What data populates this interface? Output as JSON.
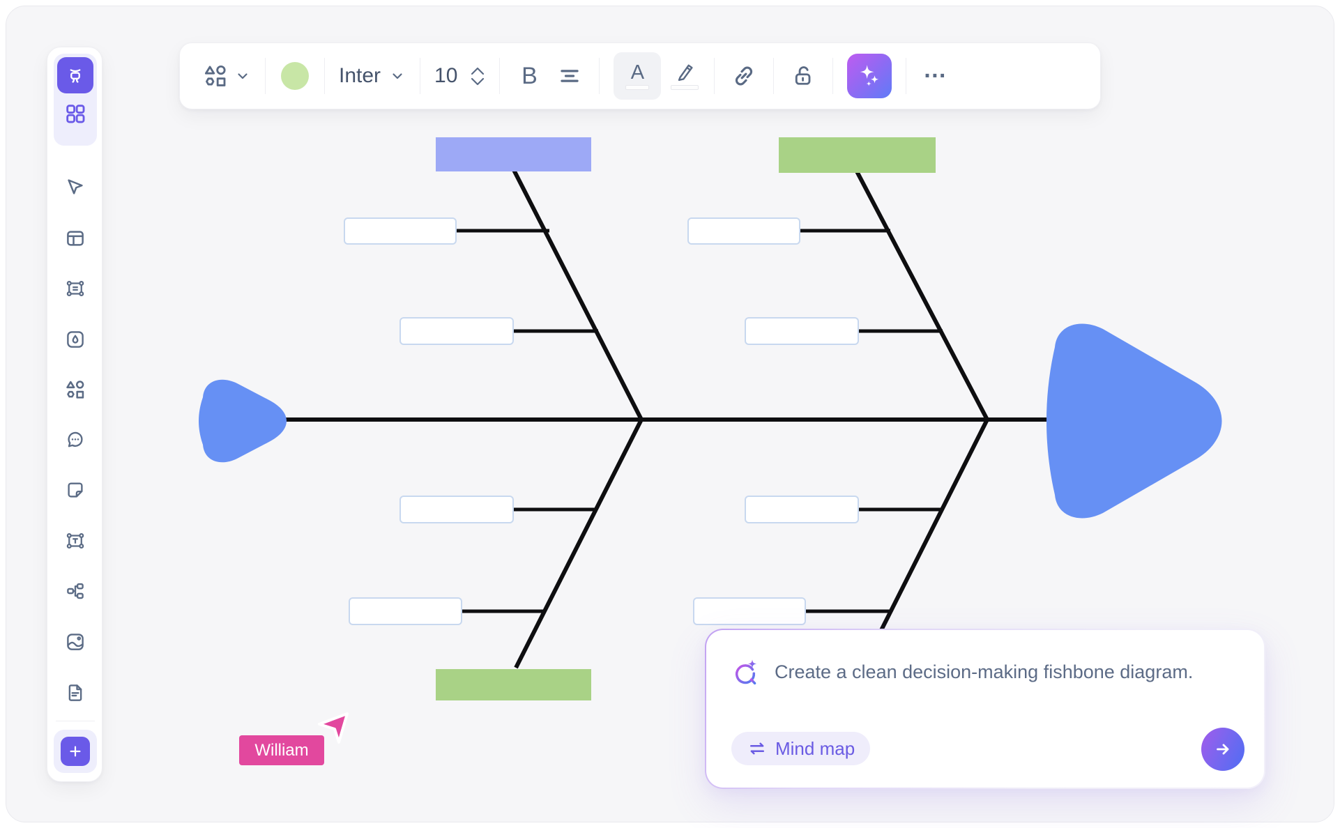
{
  "toolbar": {
    "font_name": "Inter",
    "font_size": "10",
    "bold_label": "B",
    "text_color_label": "A",
    "more_label": "…",
    "fill_swatch_color": "#C8E6A6",
    "ai_button_gradient_start": "#BE5CF0",
    "ai_button_gradient_end": "#5F7BF7",
    "icons": [
      "shapes-icon",
      "chevron-down-icon",
      "fill-color-swatch",
      "font-dropdown",
      "font-size-stepper",
      "bold-icon",
      "align-center-icon",
      "text-color-icon",
      "highlighter-icon",
      "link-icon",
      "lock-open-icon",
      "ai-sparkle-icon",
      "more-icon"
    ]
  },
  "sidebar": {
    "active_tool_color": "#6A5AE8",
    "group_bg": "#EEEEFC",
    "icon_color": "#5B6B85",
    "icons": [
      "board-icon",
      "apps-grid-icon",
      "cursor-icon",
      "frame-icon",
      "select-transform-icon",
      "shape-fill-icon",
      "shapes-icon",
      "comment-icon",
      "sticky-note-icon",
      "text-box-icon",
      "connector-icon",
      "image-icon",
      "document-icon",
      "add-icon"
    ]
  },
  "diagram": {
    "line_color": "#0E0E10",
    "head_color": "#6690F4",
    "category_blue": "#9DA9F6",
    "category_green": "#A9D286",
    "label_box_fill": "#FFFFFF",
    "label_box_border": "#C8D8EF"
  },
  "cursor": {
    "name": "William",
    "color": "#E2489E"
  },
  "ai_panel": {
    "prompt": "Create a clean decision-making fishbone diagram.",
    "chip_label": "Mind map",
    "accent": "#6A5BE3"
  }
}
